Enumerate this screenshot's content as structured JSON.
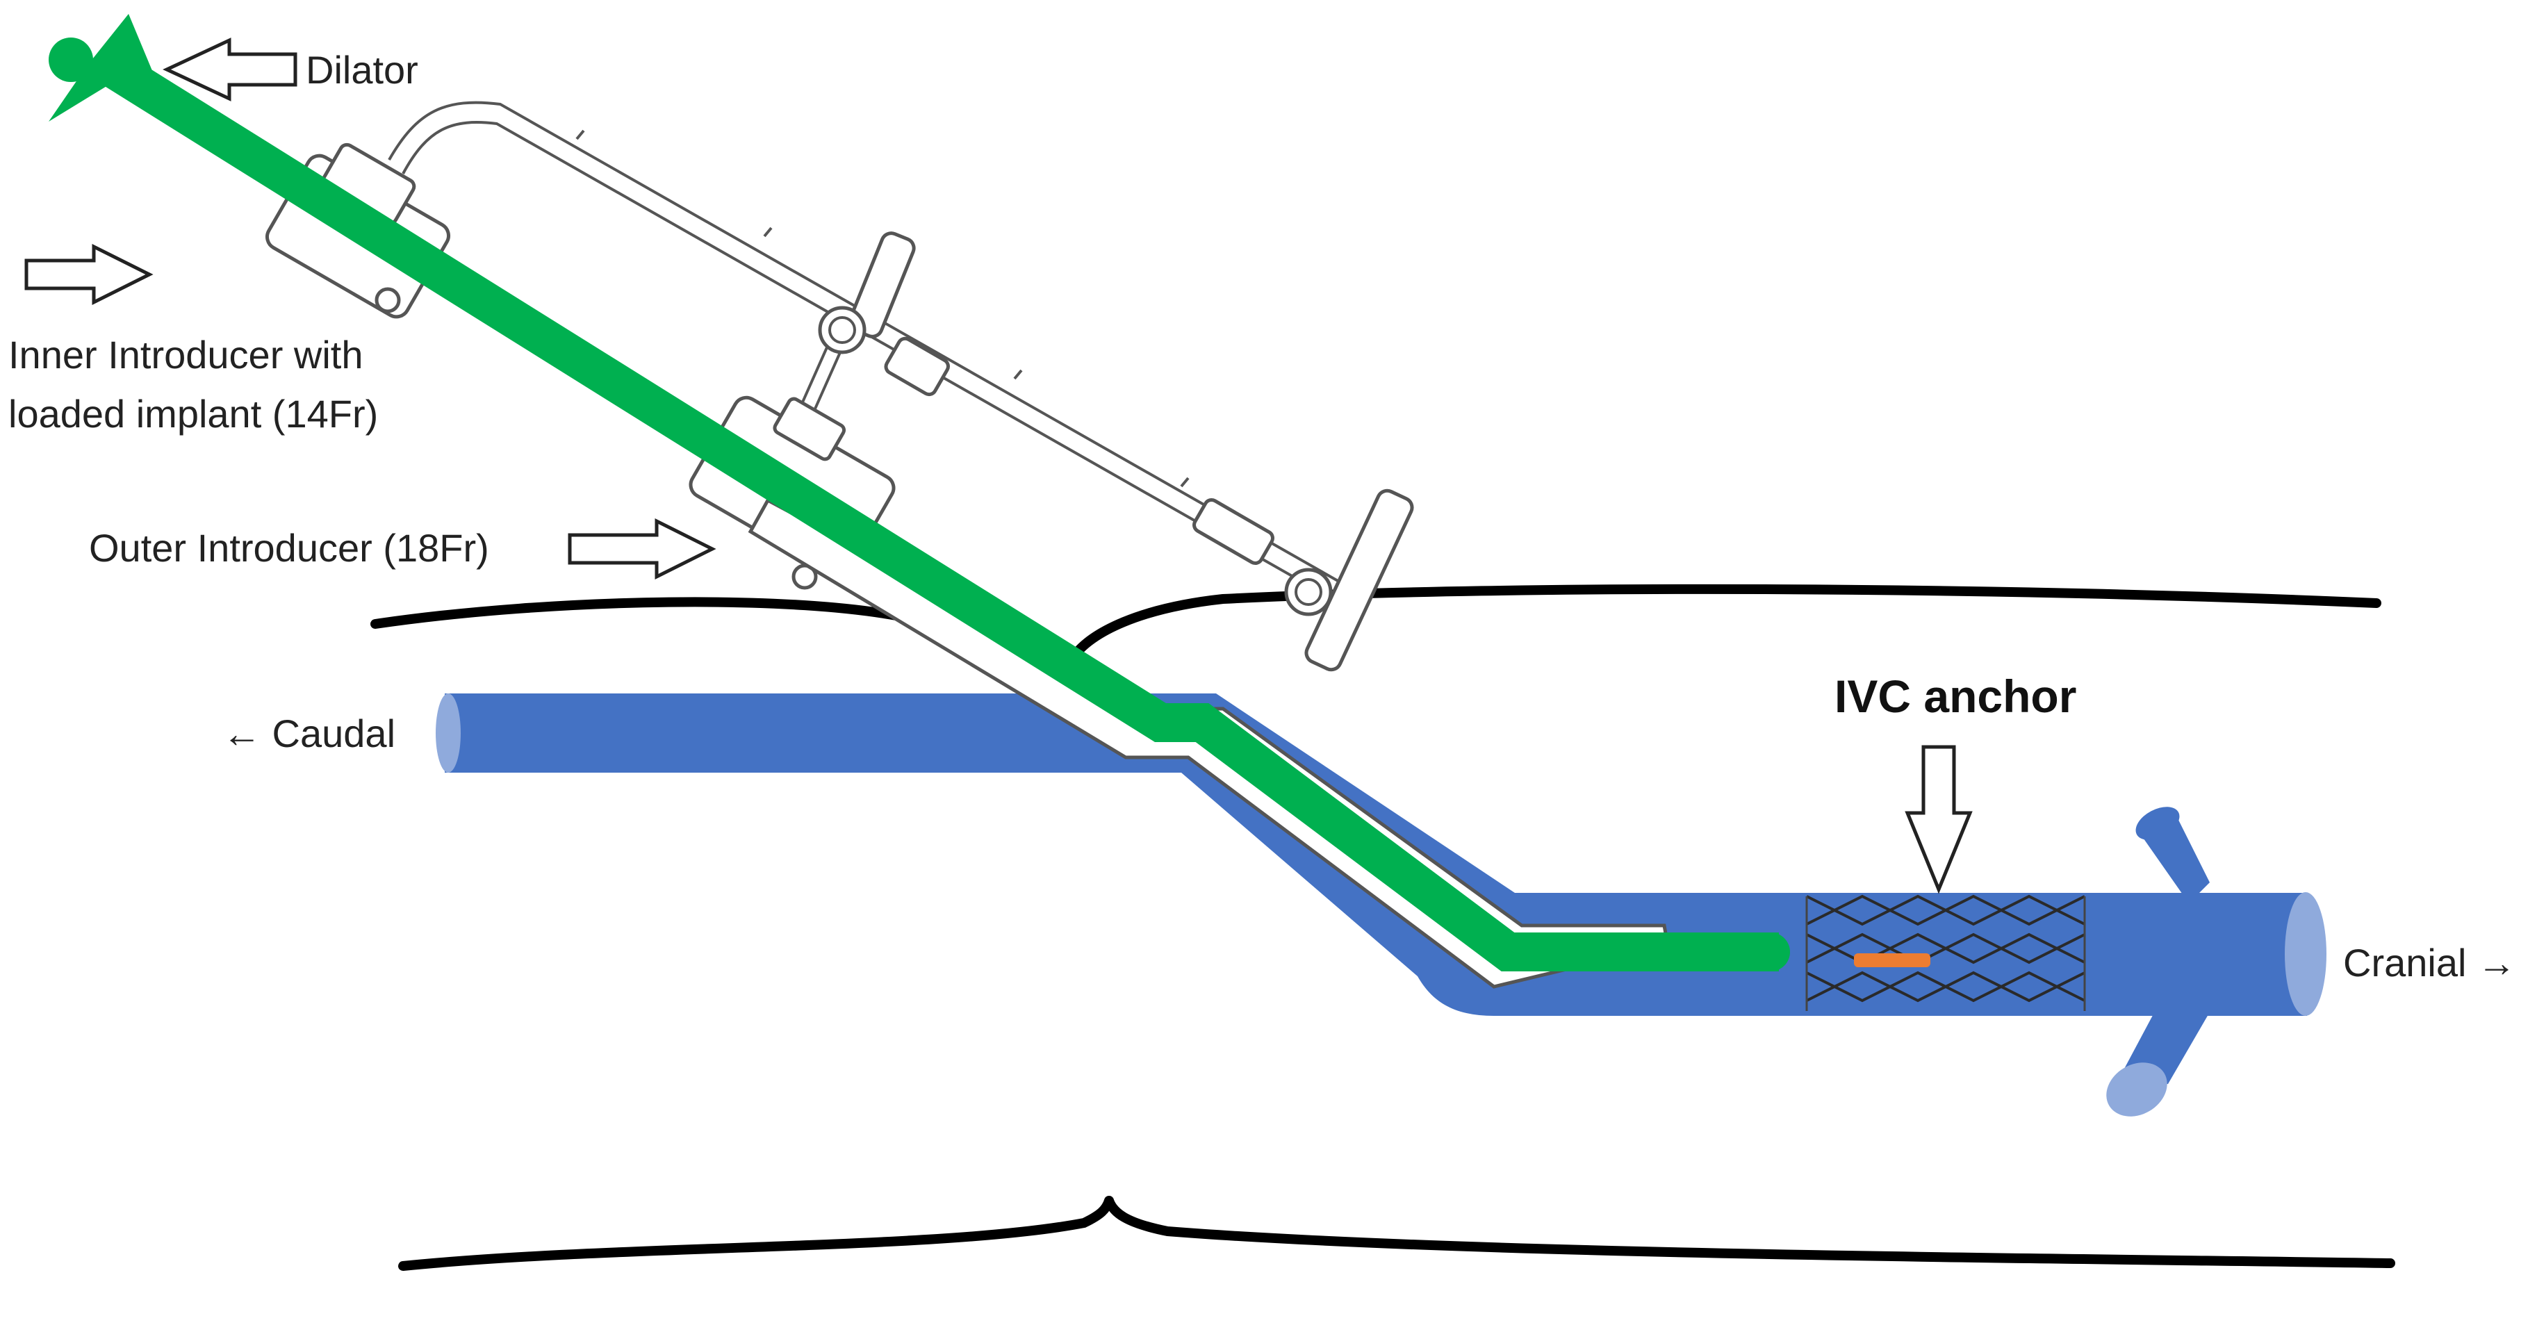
{
  "labels": {
    "dilator": "Dilator",
    "inner_introducer_line1": "Inner Introducer with",
    "inner_introducer_line2": "loaded implant (14Fr)",
    "outer_introducer": "Outer Introducer (18Fr)",
    "caudal": "← Caudal",
    "cranial": "Cranial →",
    "ivc_anchor": "IVC anchor"
  },
  "colors": {
    "vessel": "#4472c4",
    "vessel_highlight": "#8faadc",
    "dilator": "#00b050",
    "implant_marker": "#ed7d31",
    "skin_line": "#000000"
  }
}
